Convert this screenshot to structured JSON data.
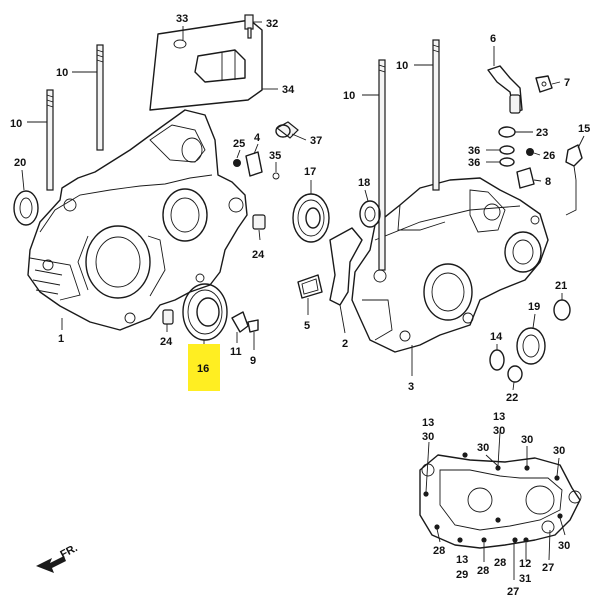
{
  "labels": {
    "l1": "1",
    "l2": "2",
    "l3": "3",
    "l4": "4",
    "l5": "5",
    "l6": "6",
    "l7": "7",
    "l8": "8",
    "l9": "9",
    "l10a": "10",
    "l10b": "10",
    "l10c": "10",
    "l10d": "10",
    "l11": "11",
    "l12": "12",
    "l13a": "13",
    "l13b": "13",
    "l13c": "13",
    "l14": "14",
    "l15": "15",
    "l16": "16",
    "l17": "17",
    "l18": "18",
    "l19": "19",
    "l20": "20",
    "l21": "21",
    "l22": "22",
    "l23": "23",
    "l24a": "24",
    "l24b": "24",
    "l25": "25",
    "l26": "26",
    "l27a": "27",
    "l27b": "27",
    "l28a": "28",
    "l28b": "28",
    "l28c": "28",
    "l29": "29",
    "l30a": "30",
    "l30b": "30",
    "l30c": "30",
    "l30d": "30",
    "l30e": "30",
    "l30f": "30",
    "l31": "31",
    "l32": "32",
    "l33": "33",
    "l34": "34",
    "l35": "35",
    "l36a": "36",
    "l36b": "36",
    "l37": "37",
    "fr": "FR."
  },
  "highlight": {
    "part": "16",
    "color": "#ffee22"
  }
}
